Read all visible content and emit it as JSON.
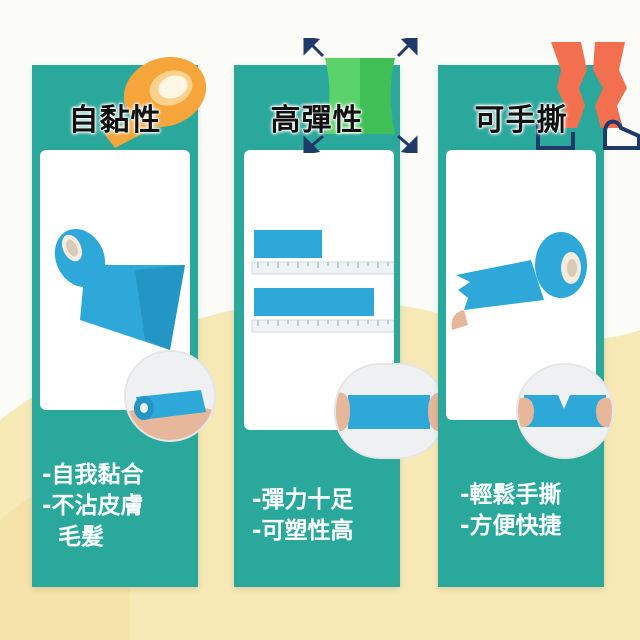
{
  "colors": {
    "card_teal": "#2ba89c",
    "tape_blue": "#2ea8d8",
    "wave_yellow": "#f7e9b6",
    "deco_orange": "#f5a53a",
    "deco_green": "#5bd36a",
    "deco_coral": "#f2704f",
    "deco_navy": "#1f3a68"
  },
  "cards": [
    {
      "title": "自黏性",
      "features": [
        "-自我黏合",
        "-不沾皮膚",
        "  毛髮"
      ],
      "icon": "tape-roll-icon",
      "photo": "blue-tape-roll-unrolled",
      "closeup": "tape-wrapped-finger"
    },
    {
      "title": "高彈性",
      "features": [
        "-彈力十足",
        "-可塑性高"
      ],
      "icon": "stretch-arrows-icon",
      "photo": "tape-stretch-comparison-with-ruler",
      "closeup": "tape-stretched-between-hands"
    },
    {
      "title": "可手撕",
      "features": [
        "-輕鬆手撕",
        "-方便快捷"
      ],
      "icon": "hand-tear-icon",
      "photo": "blue-tape-roll-torn-end",
      "closeup": "hands-tearing-tape"
    }
  ]
}
